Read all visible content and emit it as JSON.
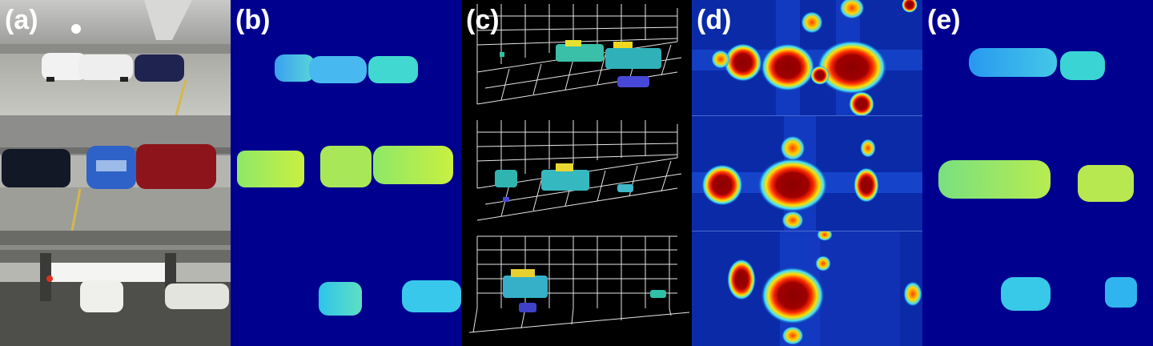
{
  "panels": {
    "a": {
      "label": "(a)"
    },
    "b": {
      "label": "(b)"
    },
    "c": {
      "label": "(c)"
    },
    "d": {
      "label": "(d)"
    },
    "e": {
      "label": "(e)"
    }
  },
  "colors": {
    "background_blue": "#00008f",
    "depth_near": "#b7f24a",
    "depth_far": "#3aa0f0",
    "heat_hot": "#8b0000",
    "grid_line": "#ffffff"
  }
}
